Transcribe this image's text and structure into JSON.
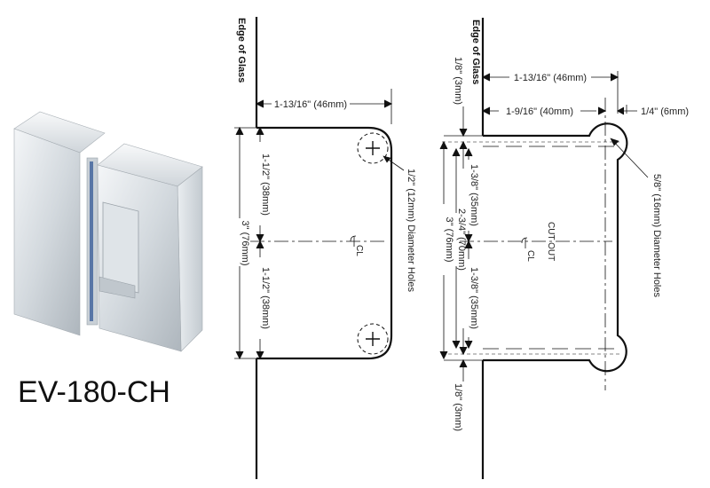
{
  "model": "EV-180-CH",
  "left": {
    "edge_label": "Edge of Glass",
    "width": "1-13/16\" (46mm)",
    "height": "3\" (76mm)",
    "upper": "1-1/2\" (38mm)",
    "lower": "1-1/2\" (38mm)",
    "holes": "1/2\" (12mm) Diameter Holes",
    "cl": "CL"
  },
  "right": {
    "edge_label": "Edge of Glass",
    "width": "1-13/16\" (46mm)",
    "inner_width": "1-9/16\" (40mm)",
    "offset": "1/4\" (6mm)",
    "top_gap": "1/8\" (3mm)",
    "upper": "1-3/8\" (35mm)",
    "lower": "1-3/8\" (35mm)",
    "cut_height": "2-3/4\" (70mm)",
    "height": "3\" (76mm)",
    "bottom_gap": "1/8\" (3mm)",
    "cut_out": "CUT OUT",
    "cl": "CL",
    "holes": "5/8\" (16mm) Diameter Holes"
  }
}
